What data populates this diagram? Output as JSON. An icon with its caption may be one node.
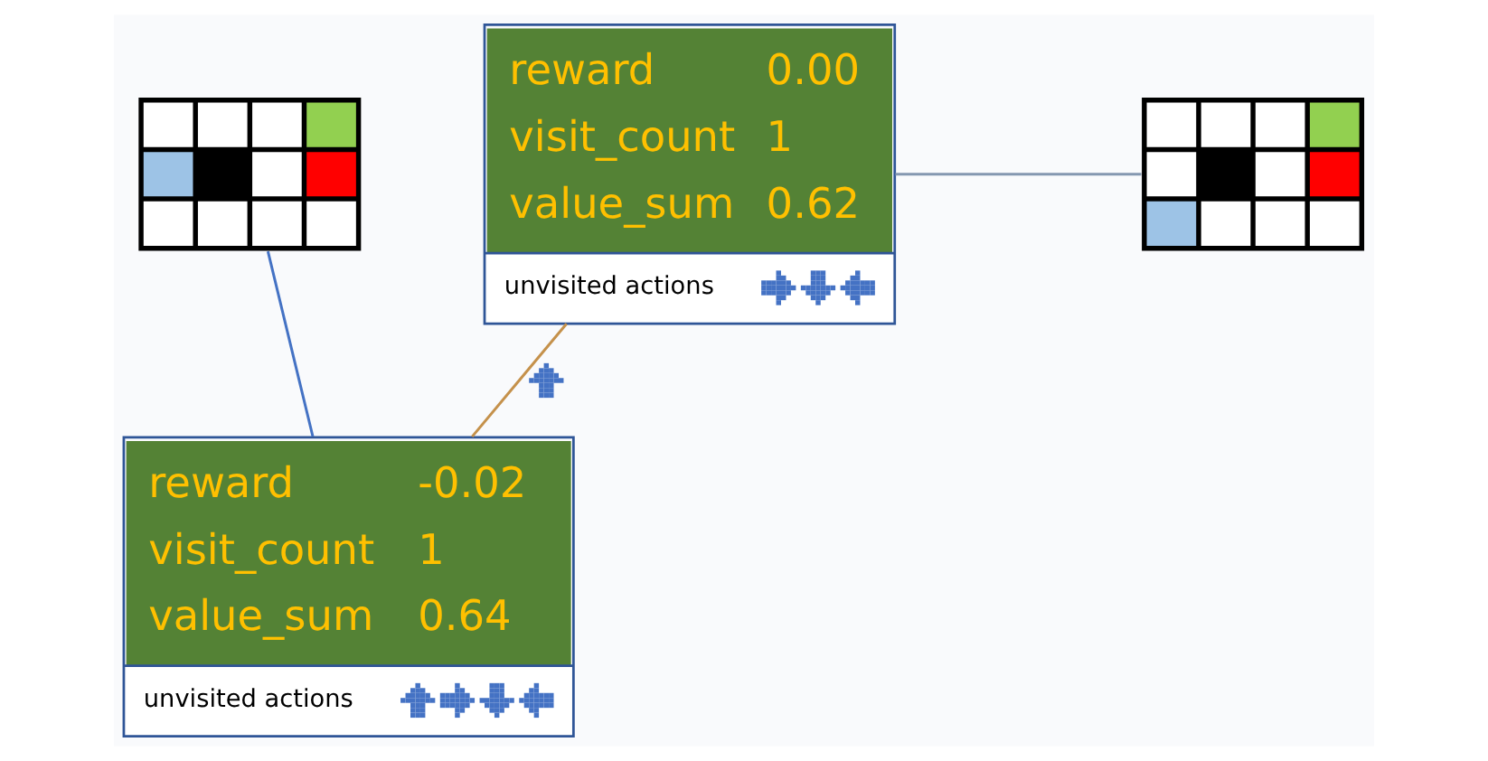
{
  "diagram": {
    "nodes": [
      {
        "text": [
          "reward",
          "0.00",
          "visit_count",
          "1",
          "value_sum",
          "0.62",
          "unvisited actions"
        ]
      },
      {
        "text": [],
        "shape": "picture"
      },
      {
        "text": [],
        "shape": "picture"
      },
      {
        "text": [
          "reward",
          "-0.02",
          "visit_count",
          "1",
          "value_sum",
          "0.64",
          "unvisited actions"
        ]
      }
    ],
    "edges": [
      {
        "from": 0,
        "to": 2,
        "arrow": "none",
        "color": "#8497b0"
      },
      {
        "from": 1,
        "to": 3,
        "arrow": "none",
        "color": "#4472c4"
      },
      {
        "from": 0,
        "to": 3,
        "arrow": "none",
        "color": "#c5914b"
      }
    ]
  }
}
